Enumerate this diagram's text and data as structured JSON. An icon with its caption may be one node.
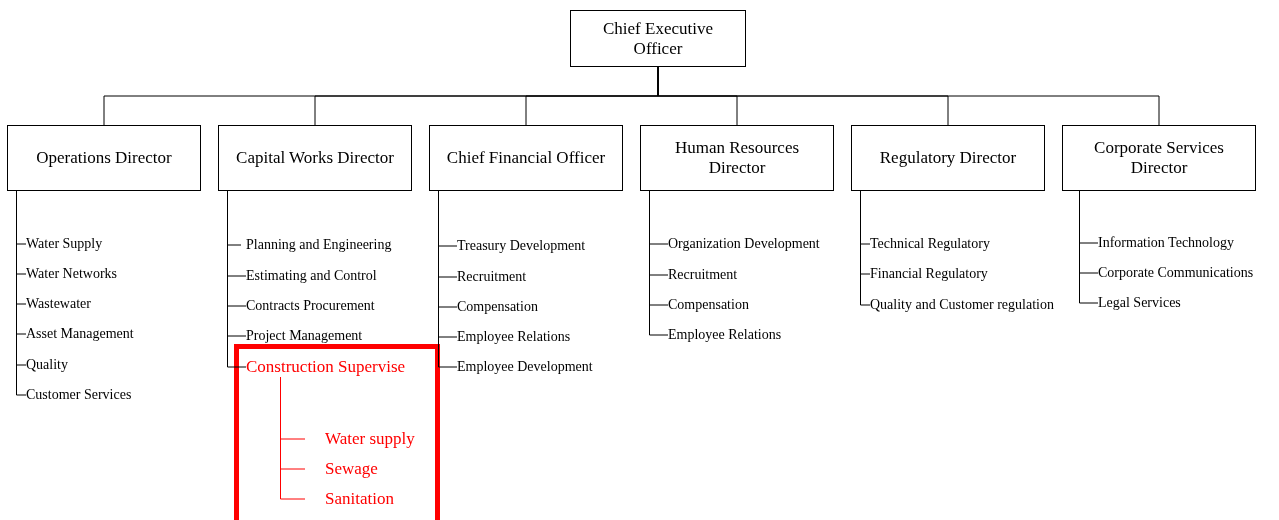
{
  "diagram": {
    "nodes": [
      {
        "text": [
          "Chief Executive Officer"
        ]
      },
      {
        "text": [
          "Operations Director"
        ]
      },
      {
        "text": [
          "Capital Works Director"
        ]
      },
      {
        "text": [
          "Chief Financial Officer"
        ]
      },
      {
        "text": [
          "Human Resources Director"
        ]
      },
      {
        "text": [
          "Regulatory Director"
        ]
      },
      {
        "text": [
          "Corporate Services Director"
        ]
      },
      {
        "text": [
          "Water Supply"
        ]
      },
      {
        "text": [
          "Water Networks"
        ]
      },
      {
        "text": [
          "Wastewater"
        ]
      },
      {
        "text": [
          "Asset Management"
        ]
      },
      {
        "text": [
          "Quality"
        ]
      },
      {
        "text": [
          "Customer Services"
        ]
      },
      {
        "text": [
          "Planning and Engineering"
        ]
      },
      {
        "text": [
          "Estimating and Control"
        ]
      },
      {
        "text": [
          "Contracts Procurement"
        ]
      },
      {
        "text": [
          "Project Management"
        ]
      },
      {
        "text": [
          "Construction Supervise"
        ]
      },
      {
        "text": [
          "Water supply"
        ]
      },
      {
        "text": [
          "Sewage"
        ]
      },
      {
        "text": [
          "Sanitation"
        ]
      },
      {
        "text": [
          "Treasury Development"
        ]
      },
      {
        "text": [
          "Recruitment"
        ]
      },
      {
        "text": [
          "Compensation"
        ]
      },
      {
        "text": [
          "Employee Relations"
        ]
      },
      {
        "text": [
          "Employee Development"
        ]
      },
      {
        "text": [
          "Organization Development"
        ]
      },
      {
        "text": [
          "Recruitment"
        ]
      },
      {
        "text": [
          "Compensation"
        ]
      },
      {
        "text": [
          "Employee Relations"
        ]
      },
      {
        "text": [
          "Technical Regulatory"
        ]
      },
      {
        "text": [
          "Financial Regulatory"
        ]
      },
      {
        "text": [
          "Quality and Customer regulation"
        ]
      },
      {
        "text": [
          "Information Technology"
        ]
      },
      {
        "text": [
          "Corporate Communications"
        ]
      },
      {
        "text": [
          "Legal Services"
        ]
      }
    ],
    "edges": [
      {
        "from": 0,
        "to": 1,
        "arrow": "none"
      },
      {
        "from": 0,
        "to": 2,
        "arrow": "none"
      },
      {
        "from": 0,
        "to": 3,
        "arrow": "none"
      },
      {
        "from": 0,
        "to": 4,
        "arrow": "none"
      },
      {
        "from": 0,
        "to": 5,
        "arrow": "none"
      },
      {
        "from": 0,
        "to": 6,
        "arrow": "none"
      },
      {
        "from": 1,
        "to": 7,
        "arrow": "none"
      },
      {
        "from": 1,
        "to": 8,
        "arrow": "none"
      },
      {
        "from": 1,
        "to": 9,
        "arrow": "none"
      },
      {
        "from": 1,
        "to": 10,
        "arrow": "none"
      },
      {
        "from": 1,
        "to": 11,
        "arrow": "none"
      },
      {
        "from": 1,
        "to": 12,
        "arrow": "none"
      },
      {
        "from": 2,
        "to": 13,
        "arrow": "none"
      },
      {
        "from": 2,
        "to": 14,
        "arrow": "none"
      },
      {
        "from": 2,
        "to": 15,
        "arrow": "none"
      },
      {
        "from": 2,
        "to": 16,
        "arrow": "none"
      },
      {
        "from": 2,
        "to": 17,
        "arrow": "none"
      },
      {
        "from": 17,
        "to": 18,
        "arrow": "none",
        "color": "#ff0000"
      },
      {
        "from": 17,
        "to": 19,
        "arrow": "none",
        "color": "#ff0000"
      },
      {
        "from": 17,
        "to": 20,
        "arrow": "none",
        "color": "#ff0000"
      },
      {
        "from": 3,
        "to": 21,
        "arrow": "none"
      },
      {
        "from": 3,
        "to": 22,
        "arrow": "none"
      },
      {
        "from": 3,
        "to": 23,
        "arrow": "none"
      },
      {
        "from": 3,
        "to": 24,
        "arrow": "none"
      },
      {
        "from": 3,
        "to": 25,
        "arrow": "none"
      },
      {
        "from": 4,
        "to": 26,
        "arrow": "none"
      },
      {
        "from": 4,
        "to": 27,
        "arrow": "none"
      },
      {
        "from": 4,
        "to": 28,
        "arrow": "none"
      },
      {
        "from": 4,
        "to": 29,
        "arrow": "none"
      },
      {
        "from": 5,
        "to": 30,
        "arrow": "none"
      },
      {
        "from": 5,
        "to": 31,
        "arrow": "none"
      },
      {
        "from": 5,
        "to": 32,
        "arrow": "none"
      },
      {
        "from": 6,
        "to": 33,
        "arrow": "none"
      },
      {
        "from": 6,
        "to": 34,
        "arrow": "none"
      },
      {
        "from": 6,
        "to": 35,
        "arrow": "none"
      }
    ]
  }
}
